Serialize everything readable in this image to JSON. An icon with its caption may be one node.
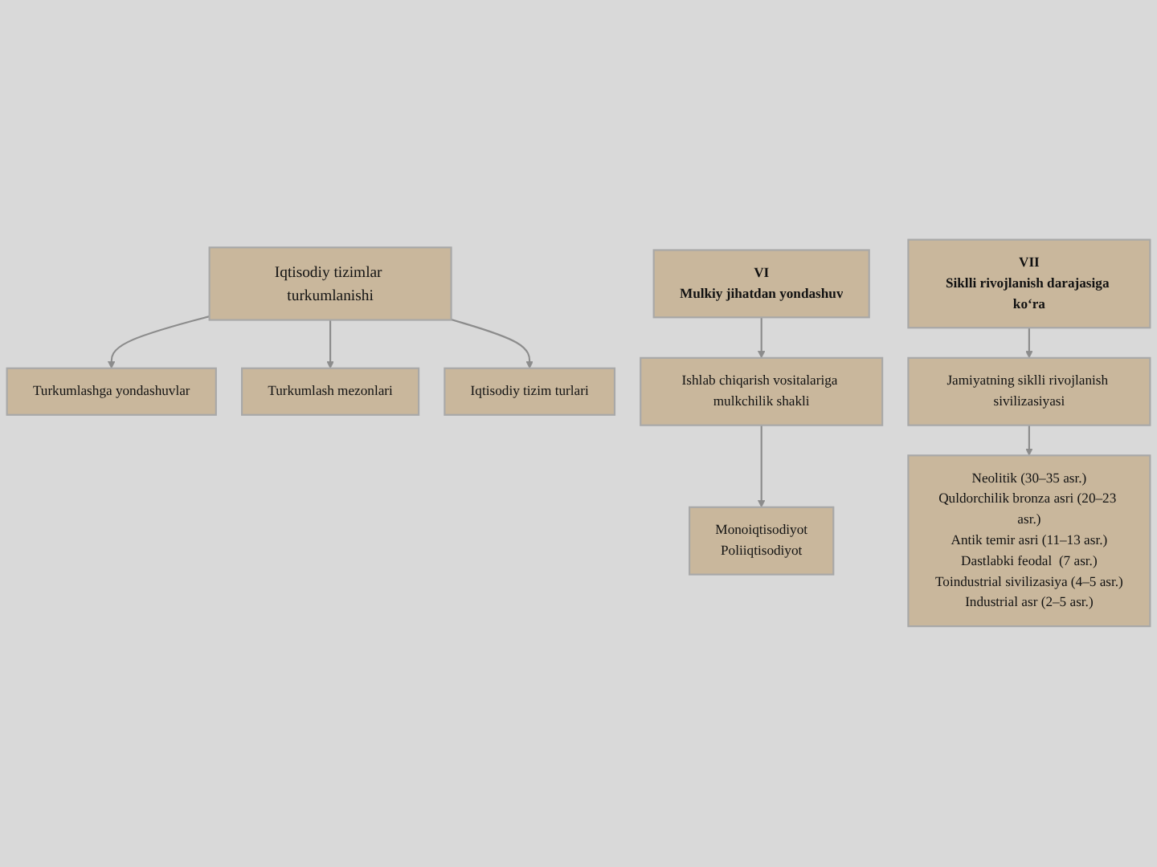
{
  "diagram": {
    "nodes": [
      {
        "text": [
          "Iqtisodiy tizimlar turkumlanishi"
        ]
      },
      {
        "text": [
          "Turkumlashga yondashuvlar"
        ]
      },
      {
        "text": [
          "Turkumlash mezonlari"
        ]
      },
      {
        "text": [
          "Iqtisodiy tizim turlari"
        ]
      },
      {
        "text": [
          "VI",
          "Mulkiy jihatdan yondashuv"
        ]
      },
      {
        "text": [
          "Ishlab chiqarish vositalariga mulkchilik shakli"
        ]
      },
      {
        "text": [
          "Monoiqtisodiyot",
          "Poliiqtisodiyot"
        ]
      },
      {
        "text": [
          "VII",
          "Siklli rivojlanish darajasiga ko‘ra"
        ]
      },
      {
        "text": [
          "Jamiyatning siklli rivojlanish sivilizasiyasi"
        ]
      },
      {
        "text": [
          "Neolitik (30–35 asr.)",
          "Quldorchilik bronza asri (20–23 asr.)",
          "Antik temir asri (11–13 asr.)",
          "Dastlabki feodal  (7 asr.)",
          "Toindustrial sivilizasiya (4–5 asr.)",
          "Industrial asr (2–5 asr.)"
        ]
      }
    ],
    "edges": [
      {
        "from": 0,
        "to": 1,
        "arrow": "to"
      },
      {
        "from": 0,
        "to": 2,
        "arrow": "to"
      },
      {
        "from": 0,
        "to": 3,
        "arrow": "to"
      },
      {
        "from": 4,
        "to": 5,
        "arrow": "to"
      },
      {
        "from": 5,
        "to": 6,
        "arrow": "to"
      },
      {
        "from": 7,
        "to": 8,
        "arrow": "to"
      },
      {
        "from": 8,
        "to": 9,
        "arrow": "to"
      }
    ]
  }
}
